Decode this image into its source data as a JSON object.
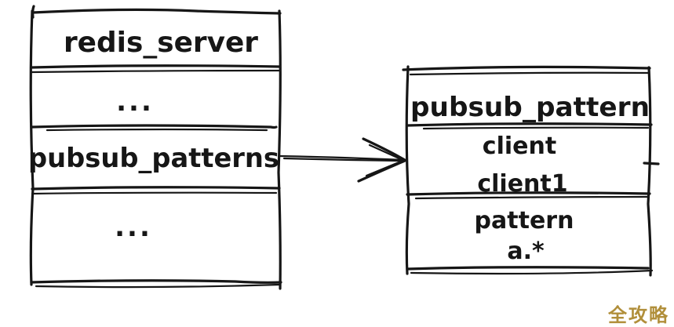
{
  "diagram": {
    "left_table": {
      "title": "redis_server",
      "rows": [
        {
          "label": "..."
        },
        {
          "label": "pubsub_patterns"
        },
        {
          "label": "..."
        }
      ]
    },
    "right_table": {
      "title": "pubsub_pattern",
      "rows": [
        {
          "key": "client",
          "value": "client1"
        },
        {
          "key": "pattern",
          "value": "a.*"
        }
      ]
    },
    "arrow": {
      "source": "pubsub_patterns",
      "target": "pubsub_pattern"
    },
    "watermark": {
      "text": "全攻略",
      "color": "#B18F3B"
    },
    "ink_color": "#161616"
  }
}
